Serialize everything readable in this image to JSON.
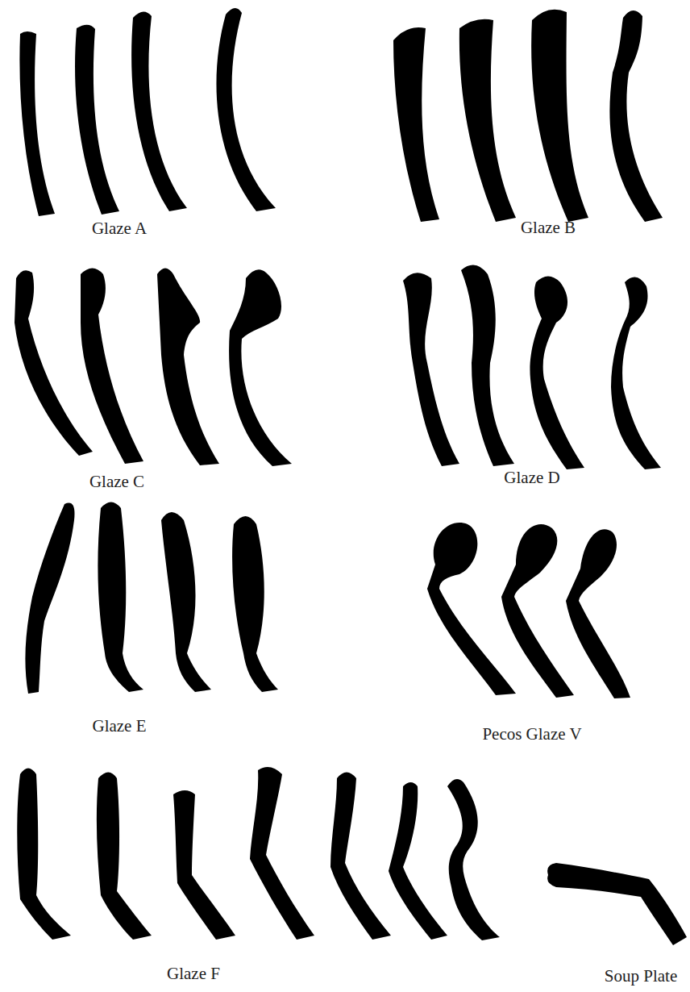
{
  "diagram": {
    "labels": [
      "Glaze A",
      "Glaze B",
      "Glaze C",
      "Glaze D",
      "Glaze E",
      "Pecos Glaze V",
      "Glaze F",
      "Soup Plate"
    ]
  }
}
